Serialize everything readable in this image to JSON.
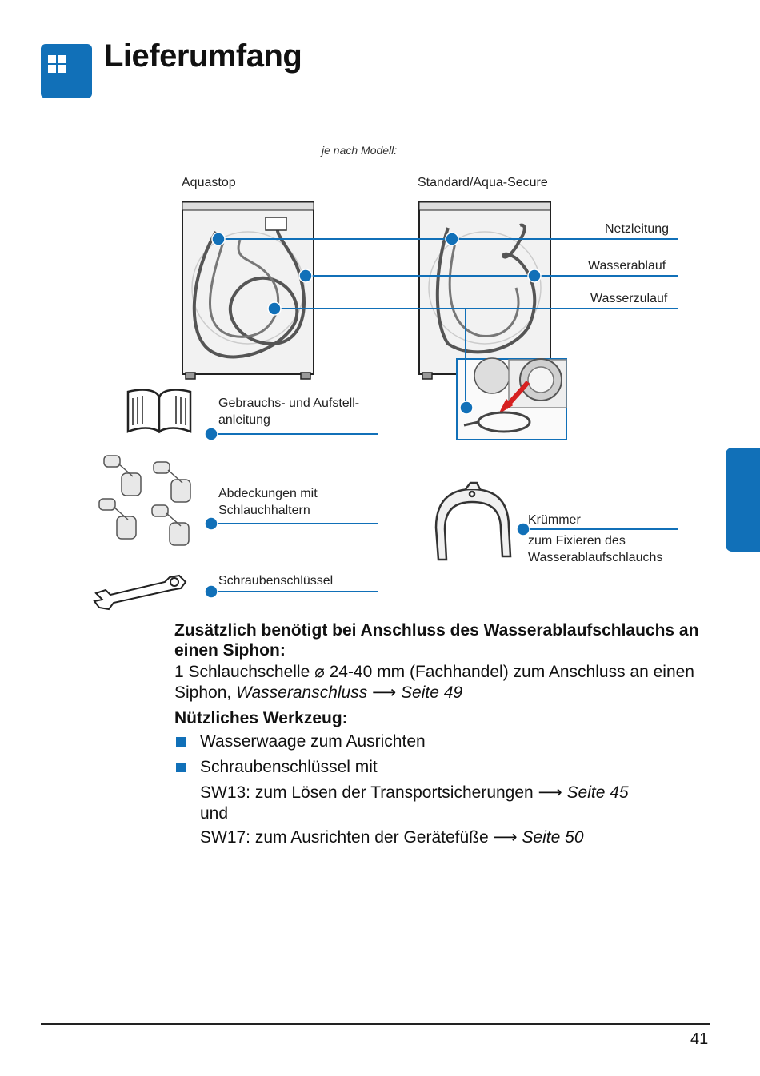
{
  "header": {
    "title": "Lieferumfang",
    "icon": "grid-icon"
  },
  "figure": {
    "note": "je nach Modell:",
    "variant_left": "Aquastop",
    "variant_right": "Standard/Aqua-Secure",
    "callouts": {
      "netzleitung": "Netzleitung",
      "wasserablauf": "Wasserablauf",
      "wasserzulauf": "Wasserzulauf",
      "anleitung_line1": "Gebrauchs- und Aufstell-",
      "anleitung_line2": "anleitung",
      "abdeckungen_line1": "Abdeckungen mit",
      "abdeckungen_line2": "Schlauchhaltern",
      "schraubenschluessel": "Schraubenschlüssel",
      "kruemmer": "Krümmer",
      "kruemmer_desc_line1": "zum Fixieren des",
      "kruemmer_desc_line2": "Wasserablaufschlauchs"
    },
    "accent_color": "#1170b8"
  },
  "content": {
    "heading1": "Zusätzlich benötigt bei Anschluss des Wasserablaufschlauchs an einen Siphon:",
    "para1_text": "1 Schlauchschelle ⌀ 24-40 mm (Fachhandel) zum Anschluss an einen Siphon, ",
    "para1_link": "Wasseranschluss",
    "para1_arrow": "⟶",
    "para1_page": "Seite 49",
    "heading2": "Nützliches Werkzeug:",
    "bullet1": "Wasserwaage zum Ausrichten",
    "bullet2": "Schraubenschlüssel mit",
    "sw13_text": "SW13: zum Lösen der Transportsicherungen ",
    "sw13_arrow": "⟶",
    "sw13_page": "Seite 45",
    "und": "und",
    "sw17_text": "SW17: zum Ausrichten der Gerätefüße ",
    "sw17_arrow": "⟶",
    "sw17_page": "Seite 50"
  },
  "footer": {
    "page_number": "41"
  }
}
